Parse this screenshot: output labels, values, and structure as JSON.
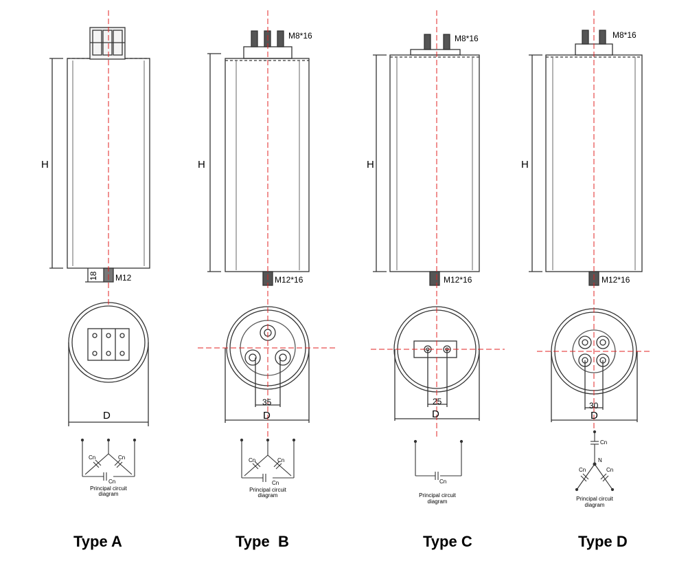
{
  "dimension_labels": {
    "height": "H",
    "diameter": "D",
    "stud_length_a": "18"
  },
  "thread_labels": {
    "bottom_a": "M12",
    "bottom_bcd": "M12*16",
    "top_terminal": "M8*16"
  },
  "spacing_labels": {
    "type_b": "35",
    "type_c": "25",
    "type_d": "30"
  },
  "circuit": {
    "cap": "Cn",
    "neutral": "N",
    "caption_line1": "Principal  circuit",
    "caption_line2": "diagram"
  },
  "type_labels": {
    "a": "Type A",
    "b": "Type  B",
    "c": "Type C",
    "d": "Type D"
  },
  "colors": {
    "axis": "#e02020",
    "line": "#333333",
    "body_fill": "#ffffff",
    "terminal_fill": "#555555"
  }
}
